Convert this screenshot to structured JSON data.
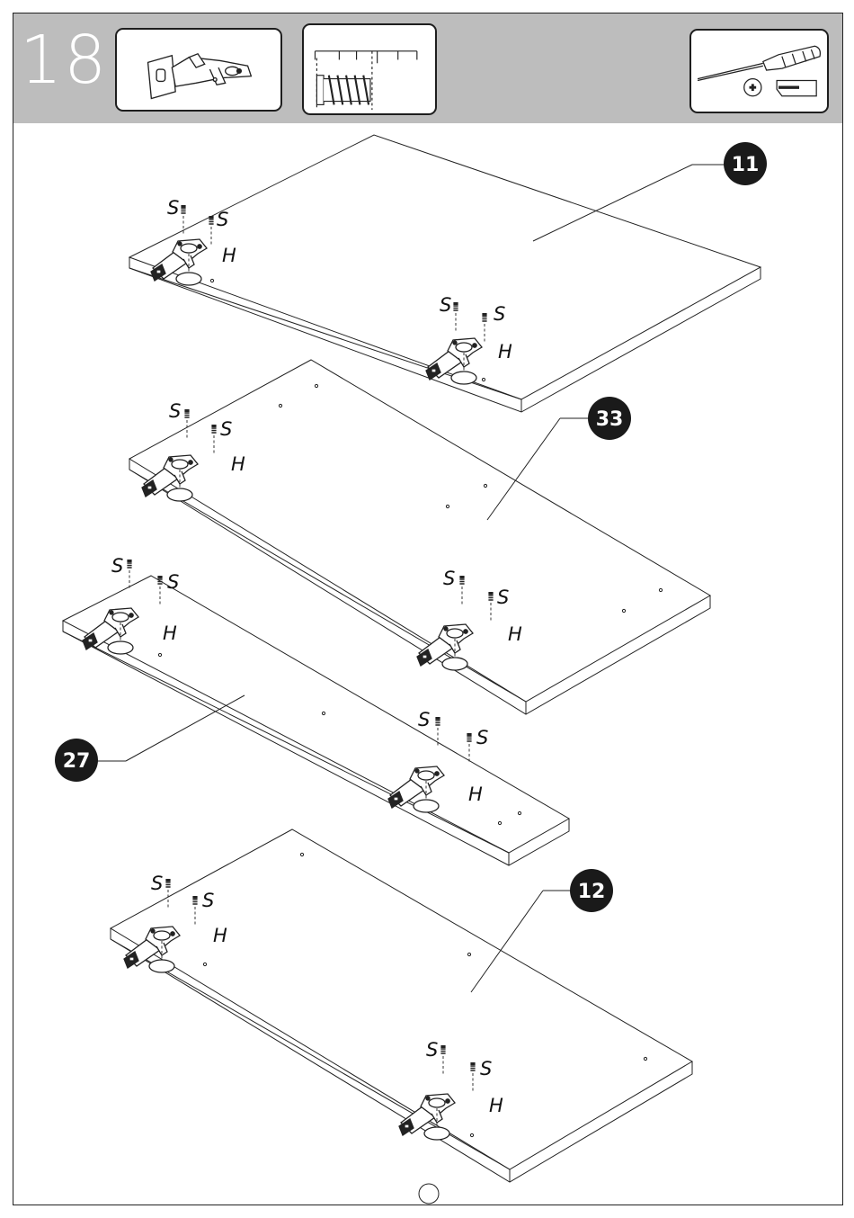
{
  "step": {
    "number": "18"
  },
  "header_icons": [
    {
      "name": "hinge-part-icon"
    },
    {
      "name": "screw-scale-icon"
    },
    {
      "name": "screwdriver-tool-icon"
    }
  ],
  "panels": [
    {
      "part_id": "11"
    },
    {
      "part_id": "33"
    },
    {
      "part_id": "27"
    },
    {
      "part_id": "12"
    }
  ],
  "hinge_labels": {
    "screw": "S",
    "hinge": "H"
  },
  "colors": {
    "header_bg": "#bdbdbd",
    "callout_bg": "#1a1a1a",
    "line": "#222222"
  }
}
